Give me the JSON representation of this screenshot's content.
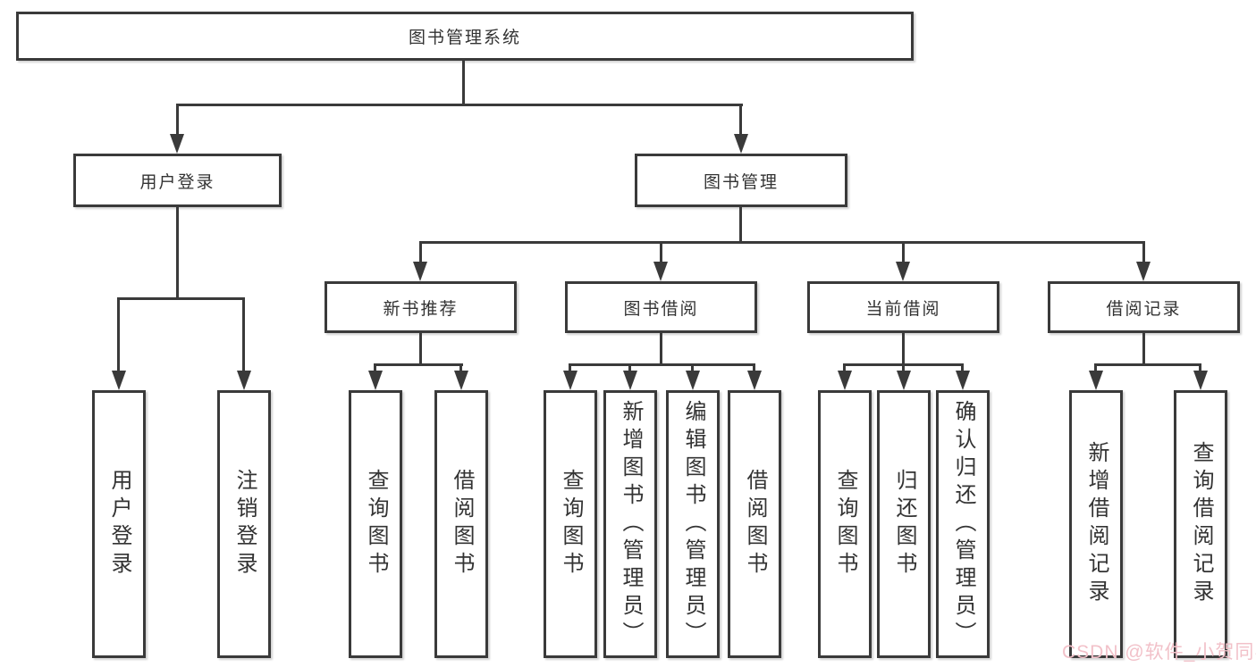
{
  "diagram": {
    "type": "hierarchy",
    "root": {
      "label": "图书管理系统",
      "children": [
        {
          "label": "用户登录",
          "children": [
            {
              "label": "用户登录"
            },
            {
              "label": "注销登录"
            }
          ]
        },
        {
          "label": "图书管理",
          "children": [
            {
              "label": "新书推荐",
              "children": [
                {
                  "label": "查询图书"
                },
                {
                  "label": "借阅图书"
                }
              ]
            },
            {
              "label": "图书借阅",
              "children": [
                {
                  "label": "查询图书"
                },
                {
                  "label": "新增图书（管理员）"
                },
                {
                  "label": "编辑图书（管理员）"
                },
                {
                  "label": "借阅图书"
                }
              ]
            },
            {
              "label": "当前借阅",
              "children": [
                {
                  "label": "查询图书"
                },
                {
                  "label": "归还图书"
                },
                {
                  "label": "确认归还（管理员）"
                }
              ]
            },
            {
              "label": "借阅记录",
              "children": [
                {
                  "label": "新增借阅记录"
                },
                {
                  "label": "查询借阅记录"
                }
              ]
            }
          ]
        }
      ]
    }
  },
  "watermark": {
    "text": "CSDN @软件_小贺同学"
  },
  "colors": {
    "line": "#3a3a3a",
    "background": "#ffffff",
    "watermark": "#f2c1c9"
  }
}
